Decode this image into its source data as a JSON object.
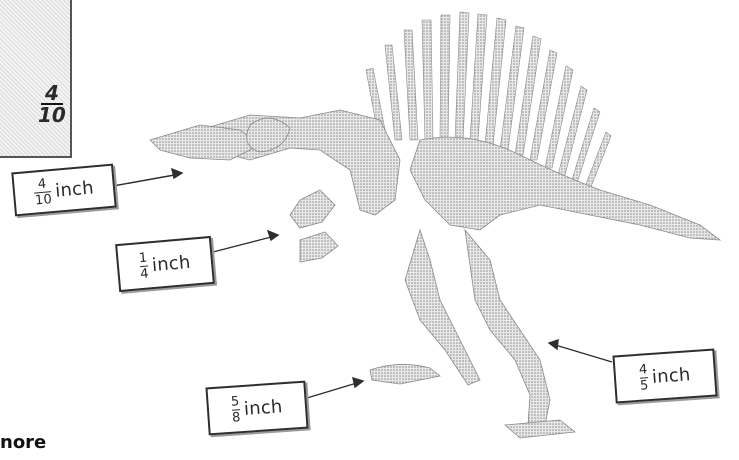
{
  "corner_panel": {
    "numerator": "4",
    "denominator": "10"
  },
  "bottom_partial_text": "nore",
  "labels": [
    {
      "numerator": "4",
      "denominator": "10",
      "unit": "inch"
    },
    {
      "numerator": "1",
      "denominator": "4",
      "unit": "inch"
    },
    {
      "numerator": "5",
      "denominator": "8",
      "unit": "inch"
    },
    {
      "numerator": "4",
      "denominator": "5",
      "unit": "inch"
    }
  ]
}
